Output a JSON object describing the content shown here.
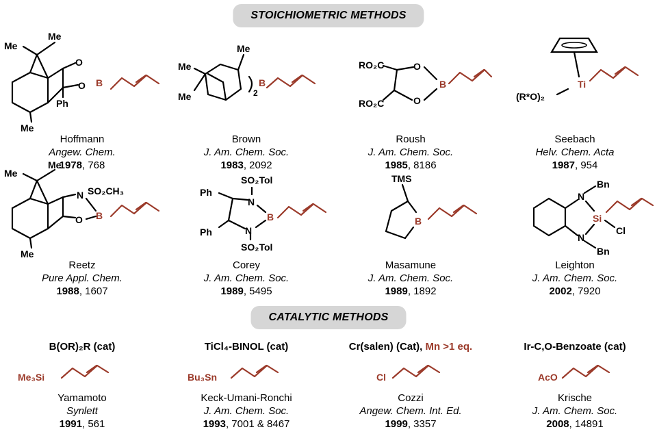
{
  "headers": {
    "stoichiometric": "STOICHIOMETRIC METHODS",
    "catalytic": "CATALYTIC METHODS"
  },
  "stoichiometric": [
    {
      "name": "Hoffmann",
      "journal": "Angew. Chem.",
      "year": "1978",
      "page": ", 768"
    },
    {
      "name": "Brown",
      "journal": "J. Am. Chem. Soc.",
      "year": "1983",
      "page": ", 2092"
    },
    {
      "name": "Roush",
      "journal": "J. Am. Chem. Soc.",
      "year": "1985",
      "page": ", 8186"
    },
    {
      "name": "Seebach",
      "journal": "Helv. Chem. Acta",
      "year": "1987",
      "page": ", 954"
    },
    {
      "name": "Reetz",
      "journal": "Pure Appl. Chem.",
      "year": "1988",
      "page": ", 1607"
    },
    {
      "name": "Corey",
      "journal": "J. Am. Chem. Soc.",
      "year": "1989",
      "page": ", 5495"
    },
    {
      "name": "Masamune",
      "journal": "J. Am. Chem. Soc.",
      "year": "1989",
      "page": ", 1892"
    },
    {
      "name": "Leighton",
      "journal": "J. Am. Chem. Soc.",
      "year": "2002",
      "page": ", 7920"
    }
  ],
  "catalytic": [
    {
      "title": "B(OR)₂R (cat)",
      "title_extra": "",
      "reagent": "Me₃Si",
      "name": "Yamamoto",
      "journal": "Synlett",
      "year": "1991",
      "page": ", 561"
    },
    {
      "title": "TiCl₄-BINOL (cat)",
      "title_extra": "",
      "reagent": "Bu₃Sn",
      "name": "Keck-Umani-Ronchi",
      "journal": "J. Am. Chem. Soc.",
      "year": "1993",
      "page": ", 7001 & 8467"
    },
    {
      "title": "Cr(salen) (Cat),",
      "title_extra": " Mn >1 eq.",
      "reagent": "Cl",
      "name": "Cozzi",
      "journal": "Angew. Chem. Int. Ed.",
      "year": "1999",
      "page": ", 3357"
    },
    {
      "title": "Ir-C,O-Benzoate (cat)",
      "title_extra": "",
      "reagent": "AcO",
      "name": "Krische",
      "journal": "J. Am. Chem. Soc.",
      "year": "2008",
      "page": ", 14891"
    }
  ],
  "labels": {
    "hoffmann": {
      "me1": "Me",
      "me2": "Me",
      "me3": "Me",
      "ph": "Ph",
      "o1": "O",
      "o2": "O",
      "b": "B"
    },
    "brown": {
      "me1": "Me",
      "me2": "Me",
      "me3": "Me",
      "sub": "2",
      "b": "B"
    },
    "roush": {
      "ro1": "RO₂C",
      "ro2": "RO₂C",
      "o1": "O",
      "o2": "O",
      "b": "B"
    },
    "seebach": {
      "ti": "Ti",
      "ro": "(R*O)₂"
    },
    "reetz": {
      "me1": "Me",
      "me2": "Me",
      "me3": "Me",
      "n": "N",
      "so2": "SO₂CH₃",
      "o": "O",
      "b": "B"
    },
    "corey": {
      "ph1": "Ph",
      "ph2": "Ph",
      "n1": "N",
      "n2": "N",
      "ts1": "SO₂Tol",
      "ts2": "SO₂Tol",
      "b": "B"
    },
    "masamune": {
      "tms": "TMS",
      "b": "B"
    },
    "leighton": {
      "n1": "N",
      "n2": "N",
      "bn1": "Bn",
      "bn2": "Bn",
      "si": "Si",
      "cl": "Cl"
    }
  }
}
